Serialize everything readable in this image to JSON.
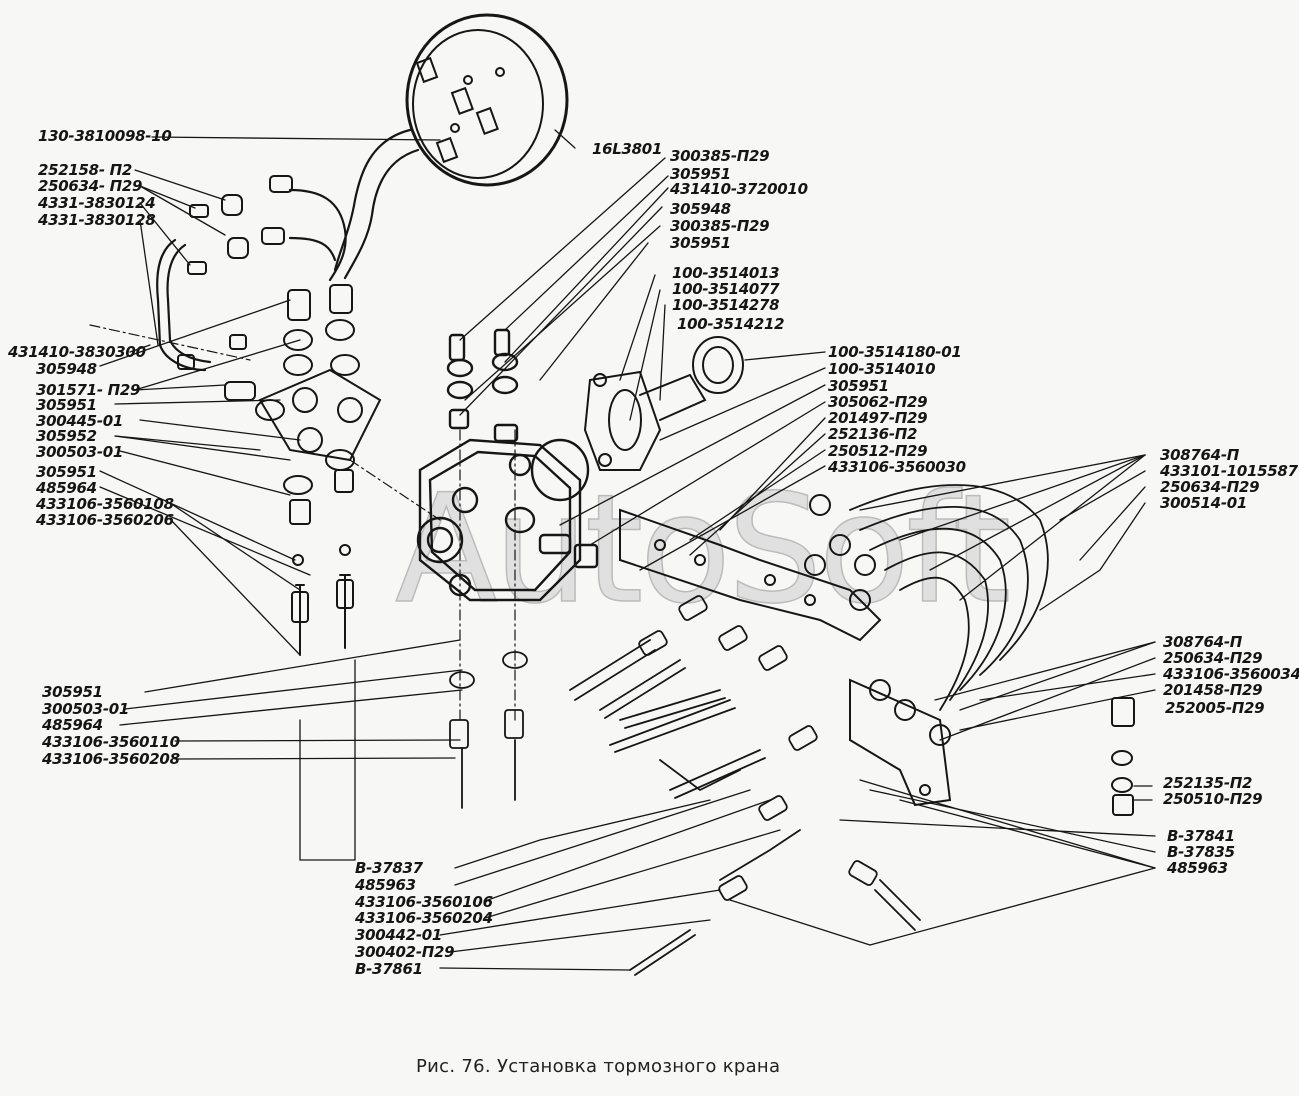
{
  "figure": {
    "caption": "Рис. 76. Установка тормозного крана",
    "watermark": "AutoSoft",
    "line_color": "#161616",
    "background": "#f7f7f5"
  },
  "labels": {
    "left_top": [
      "130-3810098-10",
      "252158- П2",
      "250634- П29",
      "4331-3830124",
      "4331-3830128"
    ],
    "left_mid": [
      "431410-3830300",
      "305948",
      "301571- П29",
      "305951",
      "300445-01",
      "305952",
      "300503-01",
      "305951",
      "485964",
      "433106-3560108",
      "433106-3560206"
    ],
    "left_bottom": [
      "305951",
      "300503-01",
      "485964",
      "433106-3560110",
      "433106-3560208"
    ],
    "gauge": "16L3801",
    "center_top": [
      "300385-П29",
      "305951",
      "431410-3720010",
      "305948",
      "300385-П29",
      "305951",
      "100-3514013",
      "100-3514077",
      "100-3514278",
      "100-3514212"
    ],
    "center_right": [
      "100-3514180-01",
      "100-3514010",
      "305951",
      "305062-П29",
      "201497-П29",
      "252136-П2",
      "250512-П29",
      "433106-3560030"
    ],
    "right_top": [
      "308764-П",
      "433101-1015587",
      "250634-П29",
      "300514-01"
    ],
    "right_mid": [
      "308764-П",
      "250634-П29",
      "433106-3560034",
      "201458-П29",
      "252005-П29",
      "252135-П2",
      "250510-П29"
    ],
    "right_bottom": [
      "В-37841",
      "В-37835",
      "485963"
    ],
    "bottom_center": [
      "В-37837",
      "485963",
      "433106-3560106",
      "433106-3560204",
      "300442-01",
      "300402-П29",
      "В-37861"
    ]
  }
}
